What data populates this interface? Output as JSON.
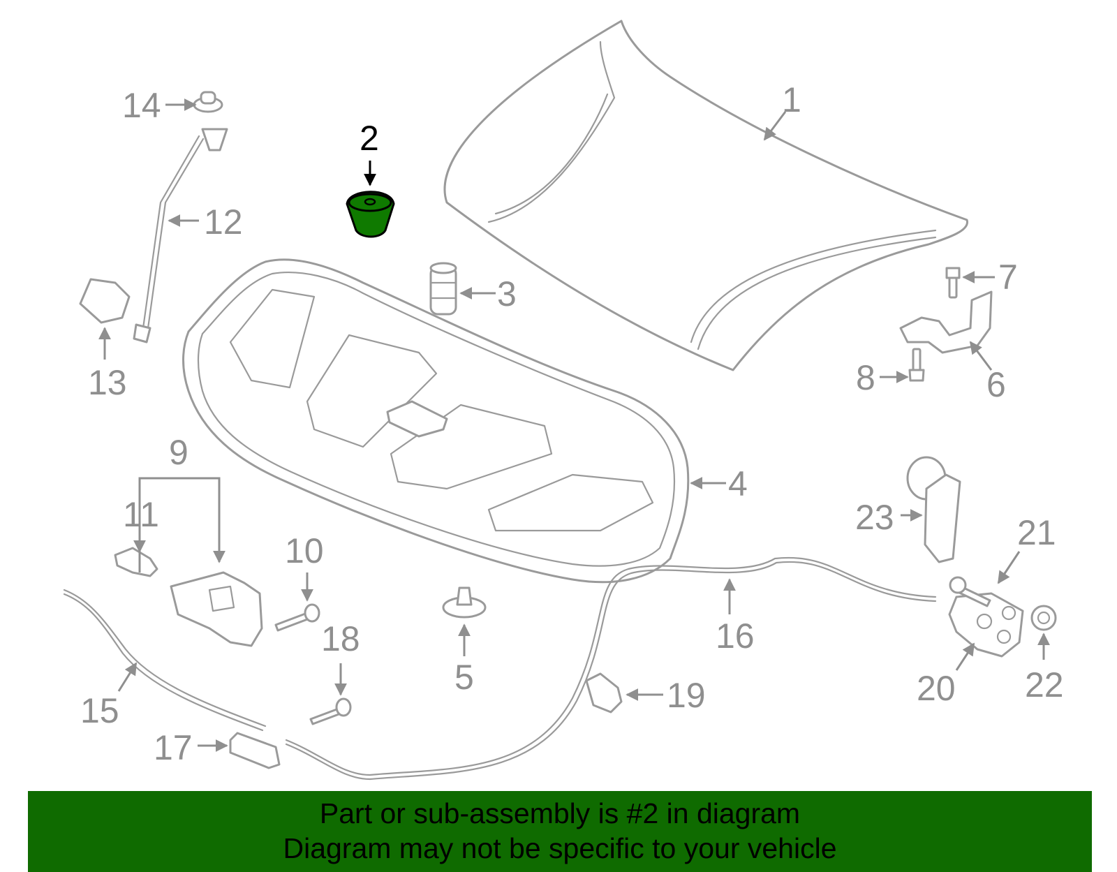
{
  "callouts": {
    "c1": "1",
    "c2": "2",
    "c3": "3",
    "c4": "4",
    "c5": "5",
    "c6": "6",
    "c7": "7",
    "c8": "8",
    "c9": "9",
    "c10": "10",
    "c11": "11",
    "c12": "12",
    "c13": "13",
    "c14": "14",
    "c15": "15",
    "c16": "16",
    "c17": "17",
    "c18": "18",
    "c19": "19",
    "c20": "20",
    "c21": "21",
    "c22": "22",
    "c23": "23"
  },
  "highlight": {
    "part": "2",
    "color": "#0f7a00"
  },
  "banner": {
    "line1": "Part or sub-assembly is #2 in diagram",
    "line2": "Diagram may not be specific to your vehicle",
    "background": "#0f6b00"
  }
}
